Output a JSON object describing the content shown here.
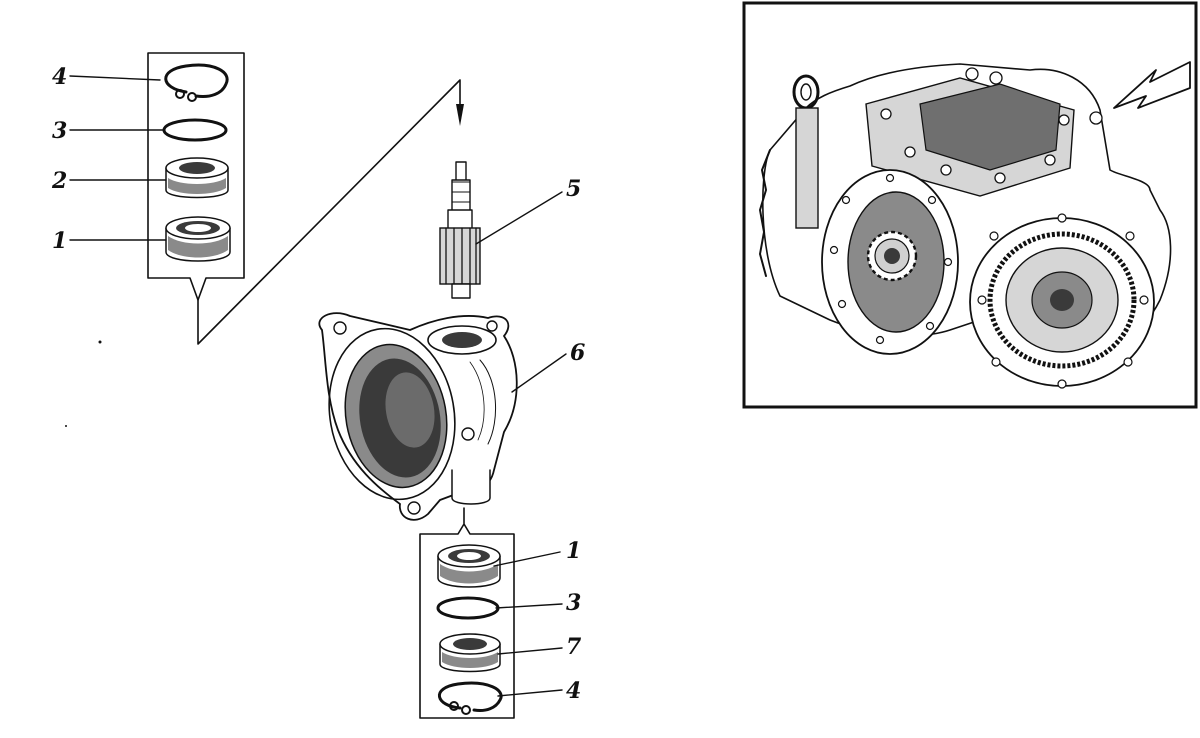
{
  "labels": {
    "left_4": "4",
    "left_3": "3",
    "left_2": "2",
    "left_1": "1",
    "shaft_5": "5",
    "housing_6": "6",
    "bottom_1": "1",
    "bottom_3": "3",
    "bottom_7": "7",
    "bottom_4": "4"
  },
  "colors": {
    "ink": "#111111",
    "background": "#ffffff"
  },
  "icons": {
    "pointer": "arrow-down-icon",
    "inset_pointer": "arrow-left-icon"
  }
}
